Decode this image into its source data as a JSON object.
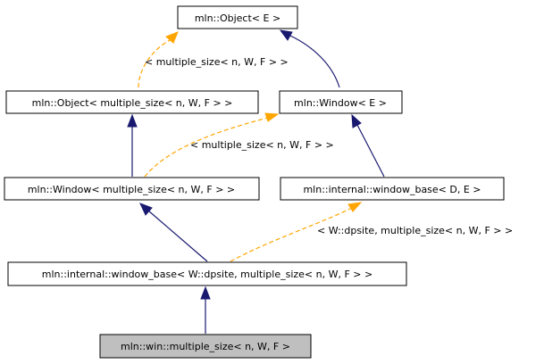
{
  "diagram": {
    "nodes": {
      "object_e": "mln::Object< E >",
      "object_ms": "mln::Object< multiple_size< n, W, F > >",
      "window_e": "mln::Window< E >",
      "window_ms": "mln::Window< multiple_size< n, W, F > >",
      "window_base_de": "mln::internal::window_base< D, E >",
      "window_base_dpsite": "mln::internal::window_base< W::dpsite, multiple_size< n, W, F > >",
      "multiple_size": "mln::win::multiple_size< n, W, F >"
    },
    "edge_labels": {
      "object_template": "< multiple_size< n, W, F > >",
      "window_template": "< multiple_size< n, W, F > >",
      "window_base_template": "< W::dpsite, multiple_size< n, W, F > >"
    },
    "colors": {
      "inheritance_edge": "#191970",
      "template_edge": "#ffa500",
      "current_node_fill": "#bfbfbf",
      "node_fill": "#ffffff"
    },
    "current_node": "multiple_size"
  }
}
